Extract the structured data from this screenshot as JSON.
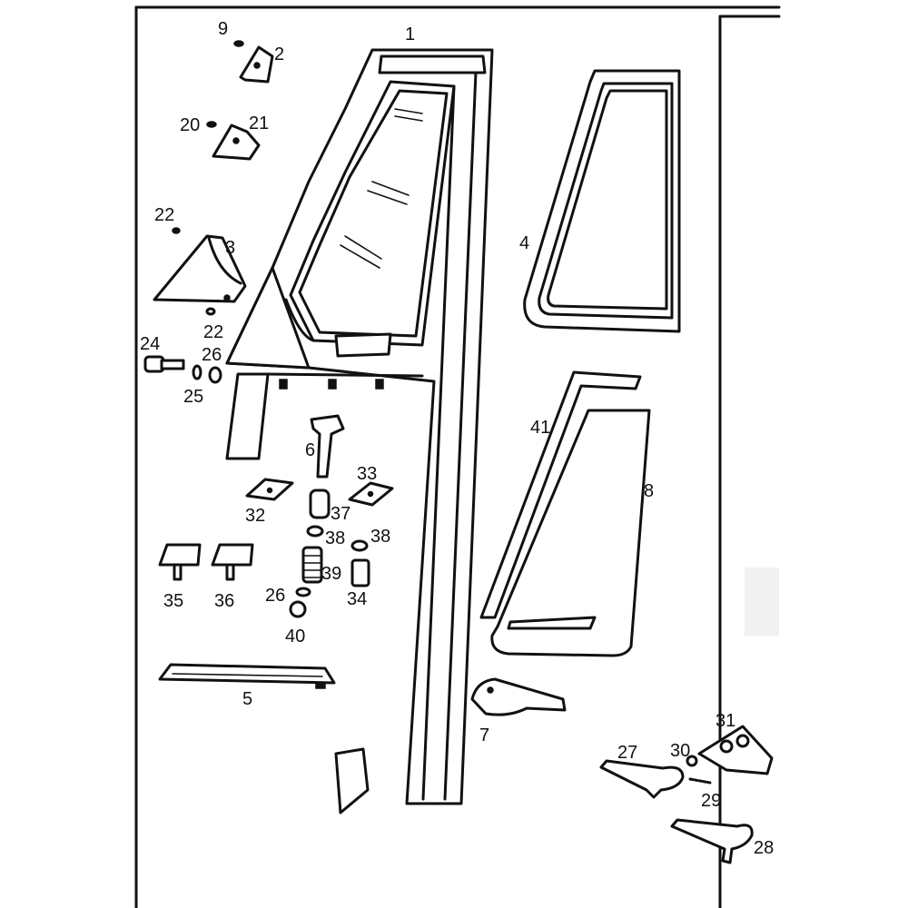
{
  "diagram": {
    "callouts": [
      "1",
      "2",
      "3",
      "4",
      "5",
      "6",
      "7",
      "8",
      "9",
      "20",
      "21",
      "22",
      "22",
      "24",
      "25",
      "26",
      "26",
      "27",
      "28",
      "29",
      "30",
      "31",
      "32",
      "33",
      "34",
      "35",
      "36",
      "37",
      "38",
      "38",
      "39",
      "40",
      "41"
    ],
    "colors": {
      "ink": "#111111",
      "paper": "#ffffff",
      "frame_gray": "#bdbdbd"
    }
  }
}
